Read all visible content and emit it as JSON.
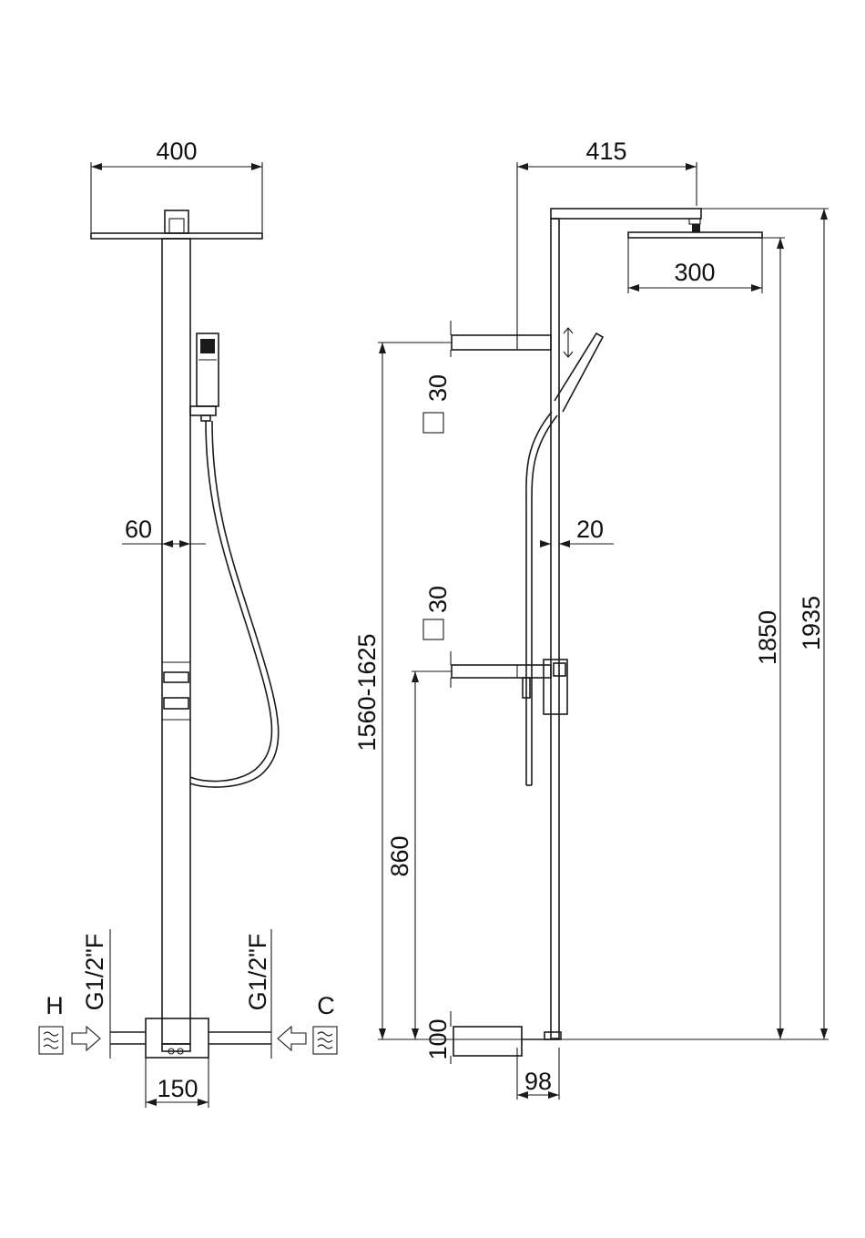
{
  "front_view": {
    "head_width": "400",
    "column_width": "60",
    "base_width": "150",
    "hot_inlet": {
      "label": "H",
      "thread": "G1/2\"F"
    },
    "cold_inlet": {
      "label": "C",
      "thread": "G1/2\"F"
    }
  },
  "side_view": {
    "arm_length": "415",
    "head_diameter": "300",
    "arm_section_top": "30",
    "arm_section_mid": "30",
    "column_depth": "20",
    "total_height": "1935",
    "head_height": "1850",
    "arm_height_range": "1560-1625",
    "diverter_height": "860",
    "base_height": "100",
    "base_depth": "98"
  },
  "colors": {
    "line": "#1a1a1a",
    "background": "#ffffff"
  }
}
